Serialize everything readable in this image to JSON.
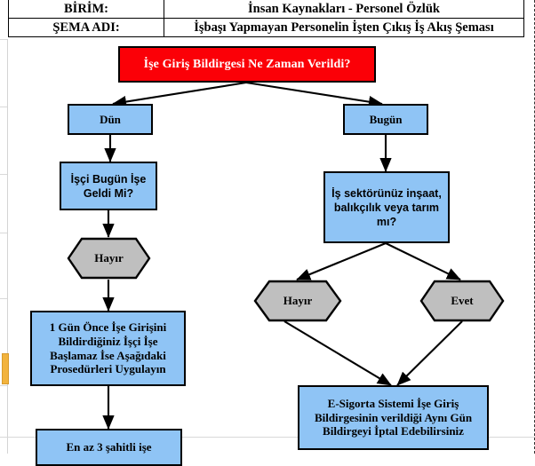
{
  "header": {
    "rows": [
      {
        "label": "BİRİM:",
        "value": "İnsan Kaynakları - Personel Özlük"
      },
      {
        "label": "ŞEMA ADI:",
        "value": "İşbaşı Yapmayan Personelin İşten Çıkış İş Akış Şeması"
      }
    ]
  },
  "colors": {
    "start_fill": "#FB0007",
    "start_text": "#FFFFFF",
    "process_fill": "#8FC4F5",
    "decision_fill": "#BFBFBF",
    "outline": "#000000",
    "orange_marker": "#F2B33D"
  },
  "flowchart": {
    "nodes": [
      {
        "id": "start",
        "shape": "rectangle",
        "label": "İşe Giriş Bildirgesi Ne Zaman Verildi?"
      },
      {
        "id": "dun",
        "shape": "rectangle",
        "label": "Dün"
      },
      {
        "id": "bugun",
        "shape": "rectangle",
        "label": "Bugün"
      },
      {
        "id": "isci-geldi",
        "shape": "rectangle",
        "label": "İşçi Bugün İşe Geldi Mi?"
      },
      {
        "id": "sektor",
        "shape": "rectangle",
        "label": "İş sektörünüz inşaat, balıkçılık veya tarım mı?"
      },
      {
        "id": "hayir-sol",
        "shape": "hexagon",
        "label": "Hayır"
      },
      {
        "id": "hayir-orta",
        "shape": "hexagon",
        "label": "Hayır"
      },
      {
        "id": "evet-sag",
        "shape": "hexagon",
        "label": "Evet"
      },
      {
        "id": "prosedur",
        "shape": "rectangle",
        "label": "1 Gün Önce İşe Girişini Bildirdiğiniz İşçi İşe Başlamaz İse Aşağıdaki Prosedürleri Uygulayın"
      },
      {
        "id": "esigorta",
        "shape": "rectangle",
        "label": "E-Sigorta Sistemi İşe Giriş Bildirgesinin verildiği Aynı Gün Bildirgeyi İptal Edebilirsiniz"
      },
      {
        "id": "sahitli",
        "shape": "rectangle",
        "label": "En az 3 şahitli işe"
      }
    ],
    "edges": [
      {
        "from": "start",
        "to": "dun"
      },
      {
        "from": "start",
        "to": "bugun"
      },
      {
        "from": "dun",
        "to": "isci-geldi"
      },
      {
        "from": "bugun",
        "to": "sektor"
      },
      {
        "from": "isci-geldi",
        "to": "hayir-sol"
      },
      {
        "from": "hayir-sol",
        "to": "prosedur"
      },
      {
        "from": "sektor",
        "to": "hayir-orta"
      },
      {
        "from": "sektor",
        "to": "evet-sag"
      },
      {
        "from": "hayir-orta",
        "to": "esigorta"
      },
      {
        "from": "evet-sag",
        "to": "esigorta"
      },
      {
        "from": "prosedur",
        "to": "sahitli"
      }
    ]
  }
}
